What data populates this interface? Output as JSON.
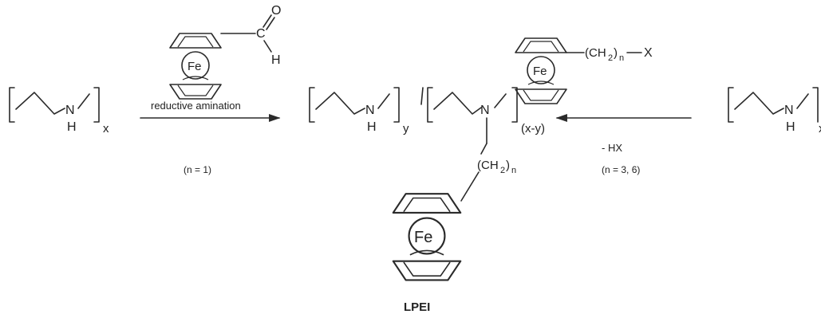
{
  "elements": {
    "nitrogen": "N",
    "hydrogen": "H",
    "carbon": "C",
    "oxygen": "O",
    "iron": "Fe",
    "halide": "X"
  },
  "subscripts": {
    "x": "x",
    "y": "y",
    "x_minus_y": "(x-y)",
    "n": "n",
    "two": "2"
  },
  "groups": {
    "ch_open": "(CH",
    "paren_close": ")"
  },
  "left_arrow": {
    "label": "reductive  amination",
    "condition": "(n = 1)"
  },
  "right_arrow": {
    "label": "- HX",
    "condition": "(n = 3, 6)"
  },
  "product_name": "LPEI"
}
